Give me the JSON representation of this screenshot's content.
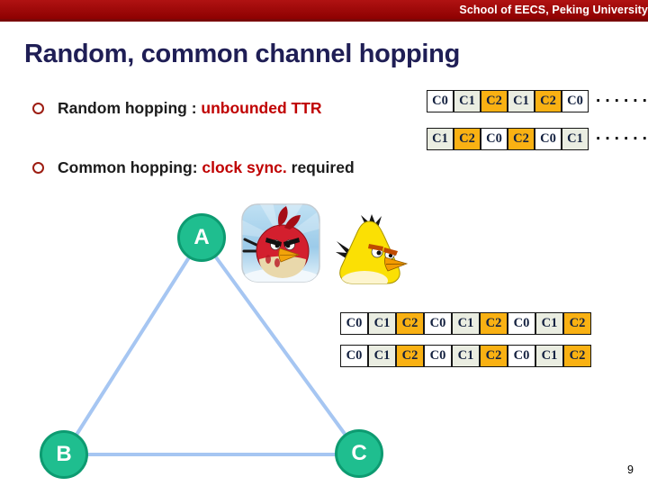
{
  "header": {
    "institution": "School of EECS, Peking University"
  },
  "title": "Random, common channel hopping",
  "bullets": [
    {
      "segments": [
        {
          "text": "Random hopping : "
        },
        {
          "text": "unbounded TTR",
          "emphasis": true
        }
      ]
    },
    {
      "segments": [
        {
          "text": "Common hopping: "
        },
        {
          "text": "clock sync.",
          "emphasis": true
        },
        {
          "text": " required"
        }
      ]
    }
  ],
  "random_hopping": {
    "rows": [
      [
        "C0",
        "C1",
        "C2",
        "C1",
        "C2",
        "C0"
      ],
      [
        "C1",
        "C2",
        "C0",
        "C2",
        "C0",
        "C1"
      ]
    ],
    "ellipsis": "······"
  },
  "common_hopping": {
    "rows": [
      [
        "C0",
        "C1",
        "C2",
        "C0",
        "C1",
        "C2",
        "C0",
        "C1",
        "C2"
      ],
      [
        "C0",
        "C1",
        "C2",
        "C0",
        "C1",
        "C2",
        "C0",
        "C1",
        "C2"
      ]
    ]
  },
  "channel_colors": {
    "C0": "#FFFFFF",
    "C1": "#EAEDE1",
    "C2": "#F9B113"
  },
  "diagram": {
    "nodes": [
      {
        "label": "A"
      },
      {
        "label": "B"
      },
      {
        "label": "C"
      }
    ],
    "node_fill": "#1FBE8F",
    "node_border": "#0D9B71",
    "edge_color": "#A6C6F2",
    "icons": [
      "red-angry-bird-icon",
      "yellow-angry-bird-icon"
    ]
  },
  "theme": {
    "bar_color": "#9E0B0B",
    "title_color": "#1F1E55",
    "emphasis_color": "#C00000",
    "cell_text_color": "#13203F"
  },
  "page_number": "9"
}
